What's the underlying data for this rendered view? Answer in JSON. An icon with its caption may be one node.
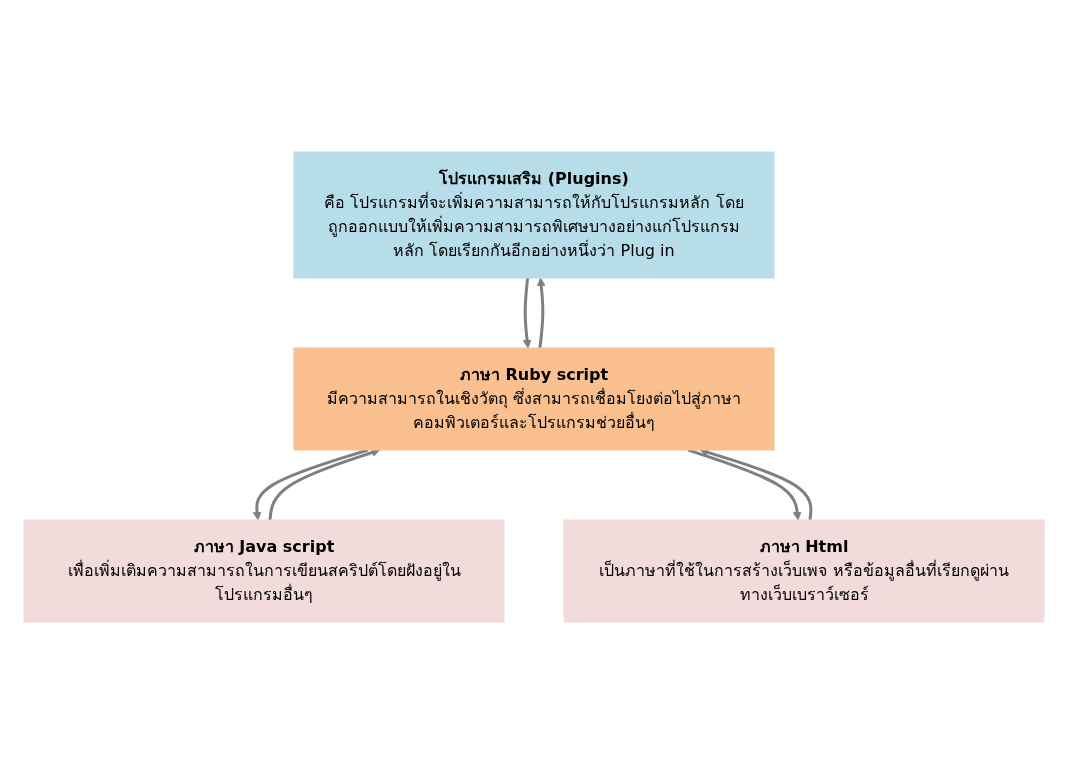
{
  "diagram": {
    "nodes": [
      {
        "text": [
          "โปรแกรมเสริม (Plugins)",
          "คือ โปรแกรมที่จะเพิ่มความสามารถให้กับโปรแกรมหลัก โดยถูกออกแบบให้เพิ่มความสามารถพิเศษบางอย่างแก่โปรแกรมหลัก โดยเรียกกันอีกอย่างหนึ่งว่า Plug in"
        ]
      },
      {
        "text": [
          "ภาษา Ruby script",
          "มีความสามารถในเชิงวัตถุ ซึ่งสามารถเชื่อมโยงต่อไปสู่ภาษาคอมพิวเตอร์และโปรแกรมช่วยอื่นๆ"
        ]
      },
      {
        "text": [
          "ภาษา Java script",
          "เพื่อเพิ่มเติมความสามารถในการเขียนสคริปต์โดยฝังอยู่ในโปรแกรมอื่นๆ"
        ]
      },
      {
        "text": [
          "ภาษา Html",
          "เป็นภาษาที่ใช้ในการสร้างเว็บเพจ หรือข้อมูลอื่นที่เรียกดูผ่านทางเว็บเบราว์เซอร์"
        ]
      }
    ],
    "edges": [
      {
        "from": 0,
        "to": 1,
        "arrow": "to"
      },
      {
        "from": 1,
        "to": 0,
        "arrow": "to"
      },
      {
        "from": 1,
        "to": 2,
        "arrow": "to"
      },
      {
        "from": 2,
        "to": 1,
        "arrow": "to"
      },
      {
        "from": 1,
        "to": 3,
        "arrow": "to"
      },
      {
        "from": 3,
        "to": 1,
        "arrow": "to"
      }
    ]
  }
}
